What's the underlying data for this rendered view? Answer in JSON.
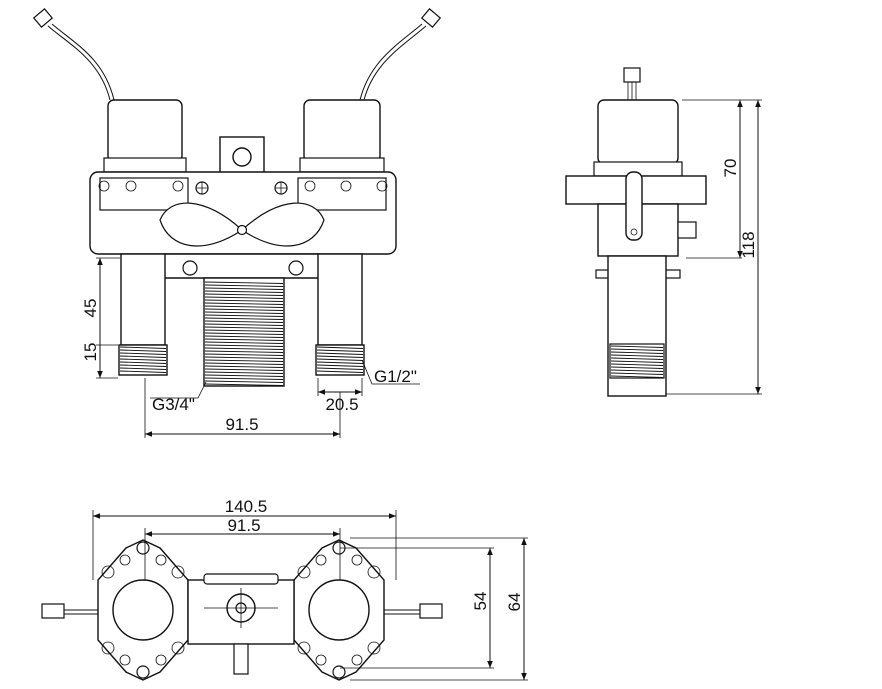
{
  "front_view": {
    "dim_45": "45",
    "dim_15": "15",
    "thread_large": "G3/4\"",
    "thread_small": "G1/2\"",
    "dim_20_5": "20.5",
    "dim_91_5": "91.5"
  },
  "side_view": {
    "dim_70": "70",
    "dim_118": "118"
  },
  "top_view": {
    "dim_140_5": "140.5",
    "dim_91_5": "91.5",
    "dim_54": "54",
    "dim_64": "64"
  }
}
